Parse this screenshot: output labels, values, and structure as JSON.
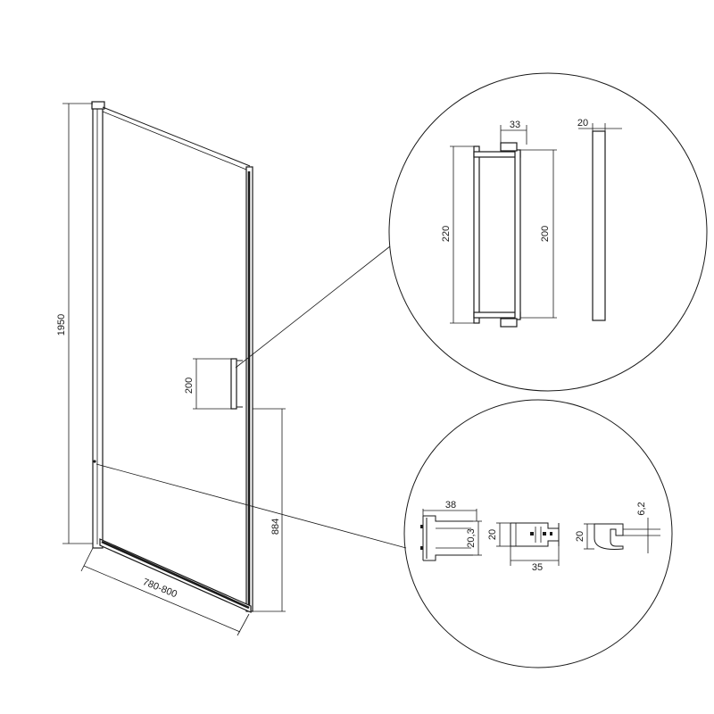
{
  "colors": {
    "line": "#1a1a1a",
    "background": "#ffffff"
  },
  "main_view": {
    "height_label": "1950",
    "width_label": "780-800",
    "handle_height_label": "200",
    "handle_position_label": "884"
  },
  "handle_detail": {
    "depth_label": "33",
    "thickness_label": "20",
    "overall_length_label": "220",
    "grip_length_label": "200"
  },
  "profile_detail": {
    "wall_profile_width_label": "38",
    "wall_profile_depth_label": "20,3",
    "wall_profile_side_label": "20",
    "hinge_profile_height_label": "20",
    "hinge_profile_width_label": "35",
    "seal_height_label": "20",
    "seal_gap_label": "6,2"
  }
}
